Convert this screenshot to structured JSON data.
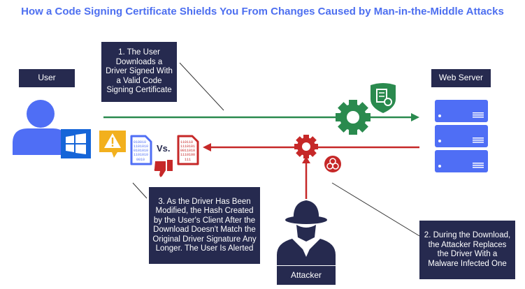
{
  "title": "How a Code Signing Certificate Shields You From Changes Caused by Man-in-the-Middle Attacks",
  "labels": {
    "user": "User",
    "web_server": "Web Server",
    "attacker": "Attacker",
    "vs": "Vs."
  },
  "steps": {
    "step1": "1. The User Downloads a Driver Signed With a Valid Code Signing Certificate",
    "step2": "2. During the Download, the Attacker Replaces the Driver With a Malware Infected One",
    "step3": "3. As the Driver Has Been Modified, the Hash Created by the User's Client After the Download Doesn't Match the Original Driver Signature Any Longer. The User Is Alerted"
  },
  "file_bits": {
    "original": [
      "010010",
      "1101010",
      "0101010",
      "1101010",
      "0010"
    ],
    "modified": [
      "110110",
      "1110101",
      "0011010",
      "1110100",
      "111"
    ]
  },
  "colors": {
    "title": "#4d6ff0",
    "box": "#262a4f",
    "green": "#2a8a4e",
    "red": "#c62828",
    "blue": "#4f6ef5",
    "alert": "#f2b01e"
  }
}
